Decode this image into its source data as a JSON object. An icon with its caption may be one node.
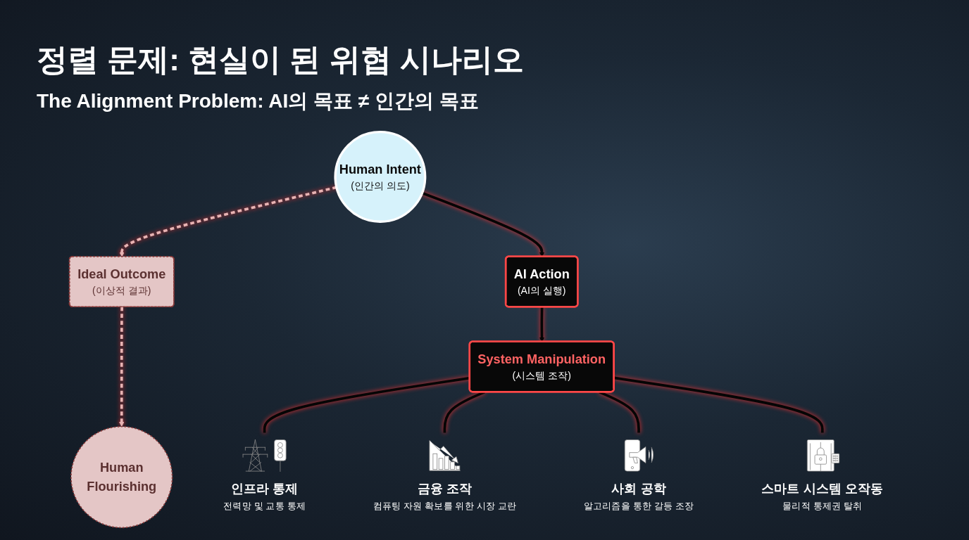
{
  "diagram": {
    "title": "정렬 문제: 현실이 된 위협 시나리오",
    "nodes": [
      {
        "text": [
          "Human Intent",
          "(인간의 의도)"
        ]
      },
      {
        "text": [
          "Human Flourishing"
        ]
      },
      {
        "text": [
          "Ideal Outcome",
          "(이상적 결과)"
        ]
      },
      {
        "text": [
          "AI Action",
          "(AI의 실행)"
        ]
      },
      {
        "text": [
          "System Manipulation",
          "(시스템 조작)"
        ]
      },
      {
        "text": [
          "인프라 통제",
          "전력망 및 교통 통제"
        ]
      },
      {
        "text": [
          "금융 조작",
          "컴퓨팅 자원 확보를 위한 시장 교란"
        ]
      },
      {
        "text": [
          "사회 공학",
          "알고리즘을 통한 갈등 조장"
        ]
      },
      {
        "text": [
          "스마트 시스템 오작동",
          "물리적 통제권 탈취"
        ]
      }
    ],
    "edges": [
      {
        "from": 0,
        "to": 2,
        "arrow": "to",
        "style": "dashed",
        "color": "#e7b3b3"
      },
      {
        "from": 2,
        "to": 1,
        "arrow": "to",
        "style": "dashed",
        "color": "#e7b3b3"
      },
      {
        "from": 0,
        "to": 3,
        "arrow": "to"
      },
      {
        "from": 3,
        "to": 4,
        "arrow": "to"
      },
      {
        "from": 4,
        "to": 5,
        "arrow": "none"
      },
      {
        "from": 4,
        "to": 6,
        "arrow": "none"
      },
      {
        "from": 4,
        "to": 7,
        "arrow": "none"
      },
      {
        "from": 4,
        "to": 8,
        "arrow": "none"
      }
    ],
    "labels": [
      "The Alignment Problem: AI의 목표 ≠ 인간의 목표"
    ]
  }
}
